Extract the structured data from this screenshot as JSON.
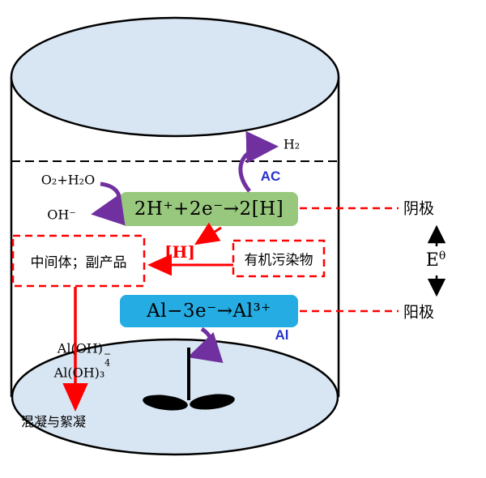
{
  "reactor": {
    "gas_label": "H₂",
    "cathode": {
      "reaction": "2H⁺+2e⁻→2[H]",
      "electrode": "AC",
      "feed": "O₂+H₂O",
      "byproduct": "OH⁻"
    },
    "anode": {
      "reaction": "Al−3e⁻→Al³⁺",
      "electrode": "Al"
    },
    "active_hydrogen": "[H]",
    "intermediates": "中间体；副产品",
    "pollutants": "有机污染物",
    "aluminum_species": {
      "aloh4_base": "Al(OH)",
      "aloh4_sup": "−",
      "aloh4_sub": "4",
      "aloh3": "Al(OH)₃"
    },
    "process": "混凝与絮凝"
  },
  "side_panel": {
    "cathode_label": "阴极",
    "anode_label": "阳极",
    "potential_base": "E",
    "potential_sup": "θ"
  },
  "colors": {
    "cathode_box": "#98C77E",
    "anode_box": "#25ACE3",
    "electrode_text": "#2633CC",
    "purple_arrow": "#7030A0",
    "red_accent": "#FF0000",
    "liquid_fill": "#D8E5F2"
  }
}
